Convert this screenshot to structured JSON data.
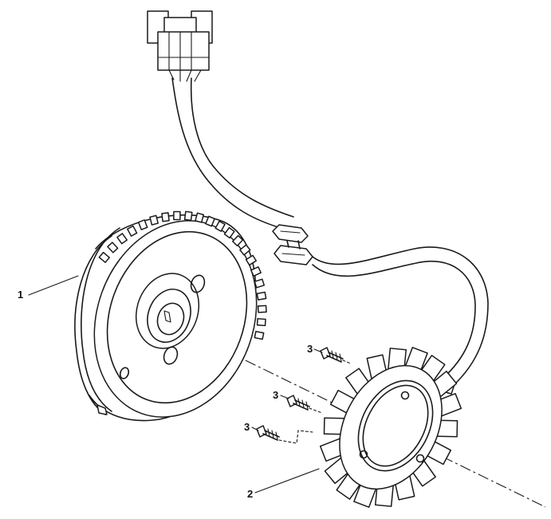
{
  "callouts": {
    "flywheel": "1",
    "stator": "2",
    "screw_top": "3",
    "screw_mid": "3",
    "screw_low": "3"
  }
}
